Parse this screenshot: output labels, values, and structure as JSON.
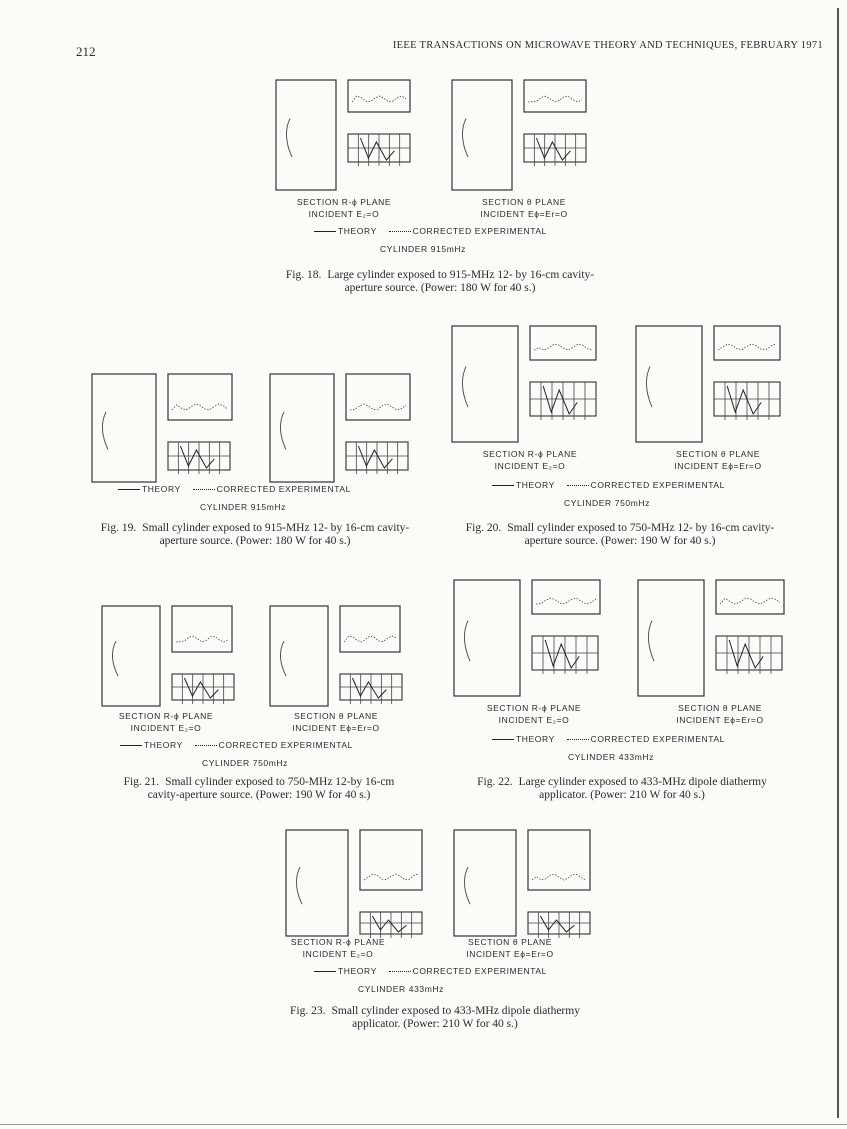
{
  "header": {
    "page_number": "212",
    "running_head": "IEEE TRANSACTIONS ON MICROWAVE THEORY AND TECHNIQUES, FEBRUARY 1971"
  },
  "legend": {
    "theory": "THEORY",
    "experimental": "CORRECTED EXPERIMENTAL"
  },
  "figures": [
    {
      "id": "fig18",
      "section_left": "SECTION R-ϕ PLANE",
      "incident_left": "INCIDENT E₂=O",
      "section_right": "SECTION θ PLANE",
      "incident_right": "INCIDENT Eϕ=Er=O",
      "cylinder": "CYLINDER   915mHz",
      "caption_label": "Fig. 18.",
      "caption_line1": "Large cylinder exposed to 915-MHz 12- by 16-cm cavity-",
      "caption_line2": "aperture source. (Power: 180 W for 40 s.)"
    },
    {
      "id": "fig19",
      "section_left": "",
      "incident_left": "",
      "section_right": "",
      "incident_right": "",
      "cylinder": "CYLINDER   915mHz",
      "caption_label": "Fig. 19.",
      "caption_line1": "Small cylinder exposed to 915-MHz 12- by 16-cm cavity-",
      "caption_line2": "aperture source. (Power: 180 W for 40 s.)"
    },
    {
      "id": "fig20",
      "section_left": "SECTION R-ϕ PLANE",
      "incident_left": "INCIDENT E₂=O",
      "section_right": "SECTION θ PLANE",
      "incident_right": "INCIDENT Eϕ=Er=O",
      "cylinder": "CYLINDER   750mHz",
      "caption_label": "Fig. 20.",
      "caption_line1": "Small cylinder exposed to 750-MHz 12- by 16-cm cavity-",
      "caption_line2": "aperture source. (Power: 190 W for 40 s.)"
    },
    {
      "id": "fig21",
      "section_left": "SECTION R-ϕ PLANE",
      "incident_left": "INCIDENT E₂=O",
      "section_right": "SECTION θ PLANE",
      "incident_right": "INCIDENT Eϕ=Er=O",
      "cylinder": "CYLINDER   750mHz",
      "caption_label": "Fig. 21.",
      "caption_line1": "Small cylinder exposed to 750-MHz 12-by 16-cm",
      "caption_line2": "cavity-aperture source. (Power: 190 W for 40 s.)"
    },
    {
      "id": "fig22",
      "section_left": "SECTION R-ϕ PLANE",
      "incident_left": "INCIDENT E₂=O",
      "section_right": "SECTION θ PLANE",
      "incident_right": "INCIDENT Eϕ=Er=O",
      "cylinder": "CYLINDER   433mHz",
      "caption_label": "Fig. 22.",
      "caption_line1": "Large cylinder exposed to 433-MHz dipole diathermy",
      "caption_line2": "applicator. (Power: 210 W for 40 s.)"
    },
    {
      "id": "fig23",
      "section_left": "SECTION R-ϕ PLANE",
      "incident_left": "INCIDENT E₂=O",
      "section_right": "SECTION θ PLANE",
      "incident_right": "INCIDENT Eϕ=Er=O",
      "cylinder": "CYLINDER   433mHz",
      "caption_label": "Fig. 23.",
      "caption_line1": "Small cylinder exposed to 433-MHz dipole diathermy",
      "caption_line2": "applicator. (Power: 210 W for 40 s.)"
    }
  ]
}
